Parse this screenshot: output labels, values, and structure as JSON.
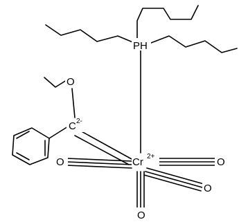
{
  "atoms": {
    "phosphorus": "PH",
    "carbene_carbon": "C",
    "carbene_charge": "2-",
    "oxygen": "O",
    "chromium": "Cr",
    "chromium_charge": "2+",
    "co_right": "O",
    "co_left": "O",
    "co_lower_right": "O",
    "co_bottom": "O"
  }
}
